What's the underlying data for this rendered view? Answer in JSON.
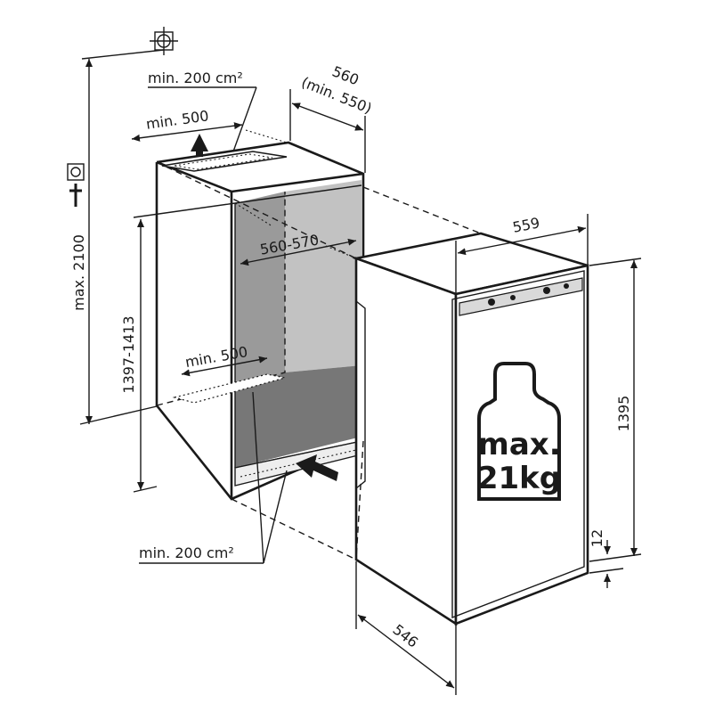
{
  "dimensions": {
    "vent_top_area": "min. 200 cm²",
    "top_width_1": "560",
    "top_width_2": "(min. 550)",
    "vent_top_width": "min. 500",
    "max_height": "max. 2100",
    "niche_height": "1397-1413",
    "niche_inner_width": "560-570",
    "vent_bottom_width": "min. 500",
    "vent_bottom_area": "min. 200 cm²",
    "appliance_width": "559",
    "appliance_height": "1395",
    "plinth_gap": "12",
    "appliance_depth": "546"
  },
  "weight": {
    "line1": "max.",
    "line2": "21kg"
  },
  "icons": {
    "crosshair": "crosshair-icon",
    "power_socket": "power-socket-icon",
    "weight": "weight-icon"
  }
}
